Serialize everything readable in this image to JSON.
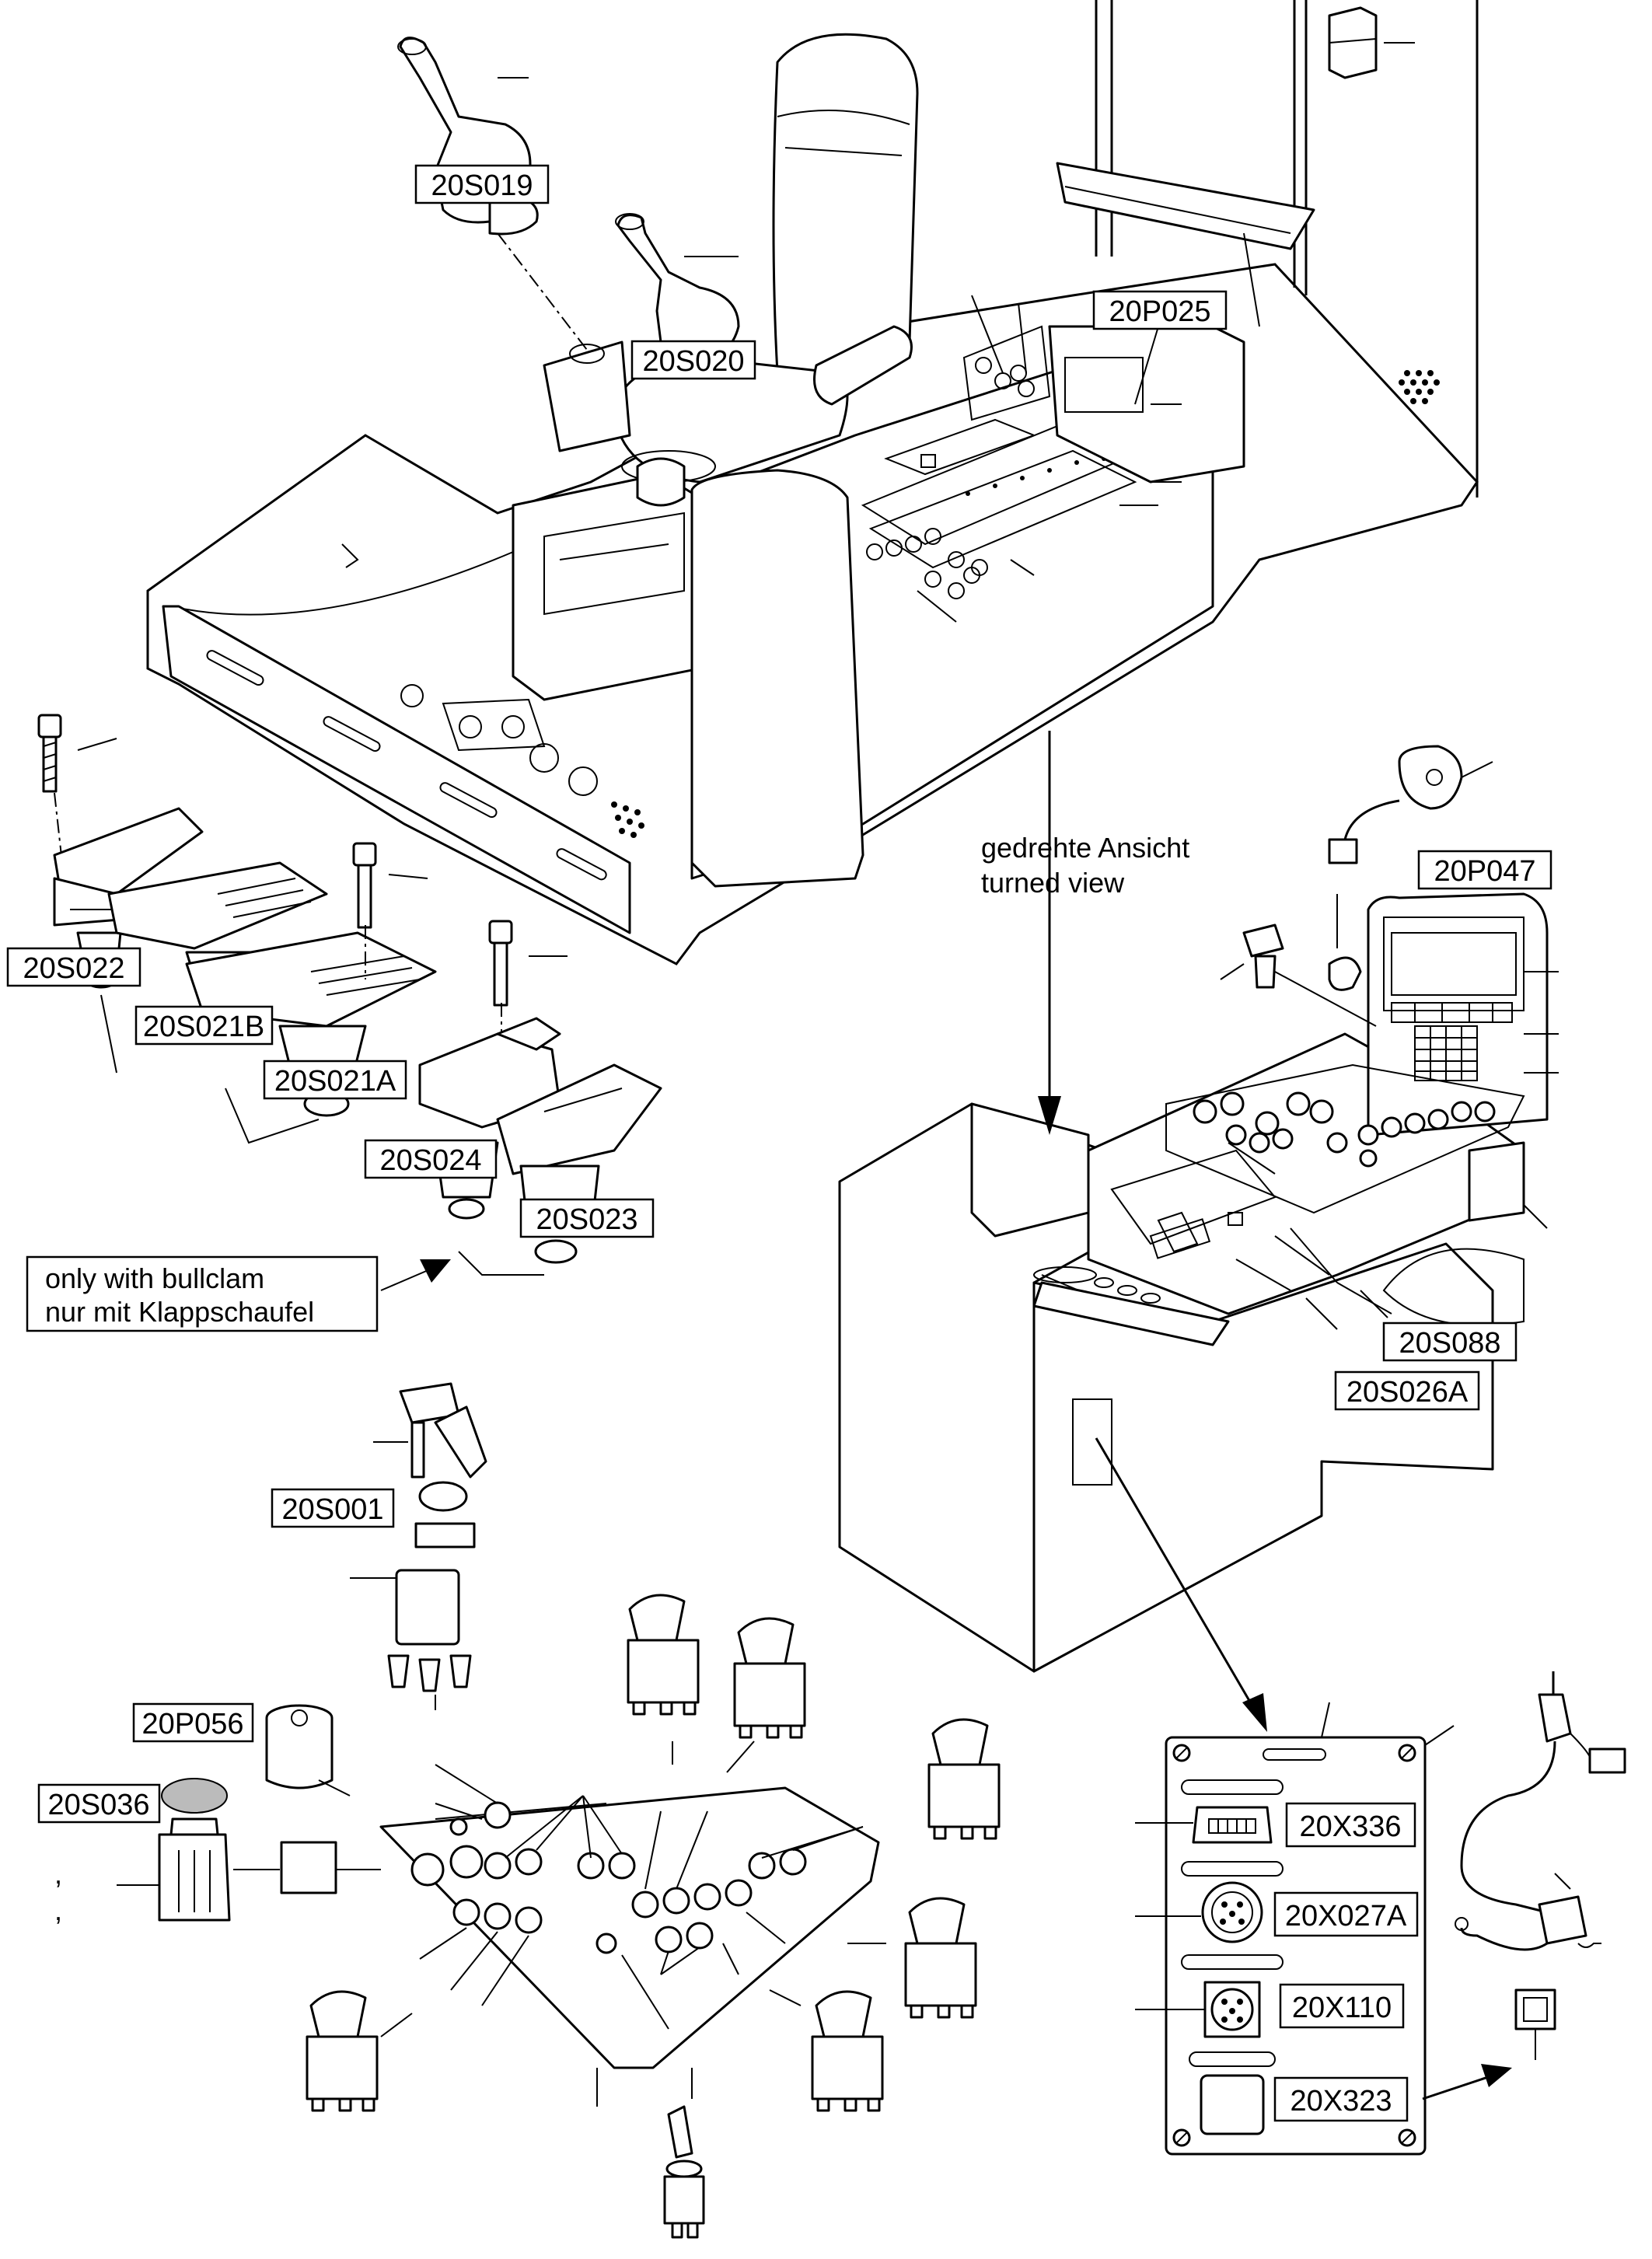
{
  "labels": {
    "s019": "20S019",
    "s020": "20S020",
    "p025": "20P025",
    "p047": "20P047",
    "s022": "20S022",
    "s021b": "20S021B",
    "s021a": "20S021A",
    "s024": "20S024",
    "s023": "20S023",
    "s088": "20S088",
    "s026a": "20S026A",
    "s001": "20S001",
    "p056": "20P056",
    "s036": "20S036",
    "x336": "20X336",
    "x027a": "20X027A",
    "x110": "20X110",
    "x323": "20X323"
  },
  "notes": {
    "turned_view_de": "gedrehte Ansicht",
    "turned_view_en": "turned view",
    "bullclam_en": "only with bullclam",
    "bullclam_de": "nur mit Klappschaufel"
  },
  "colors": {
    "line": "#000000",
    "background": "#ffffff"
  }
}
